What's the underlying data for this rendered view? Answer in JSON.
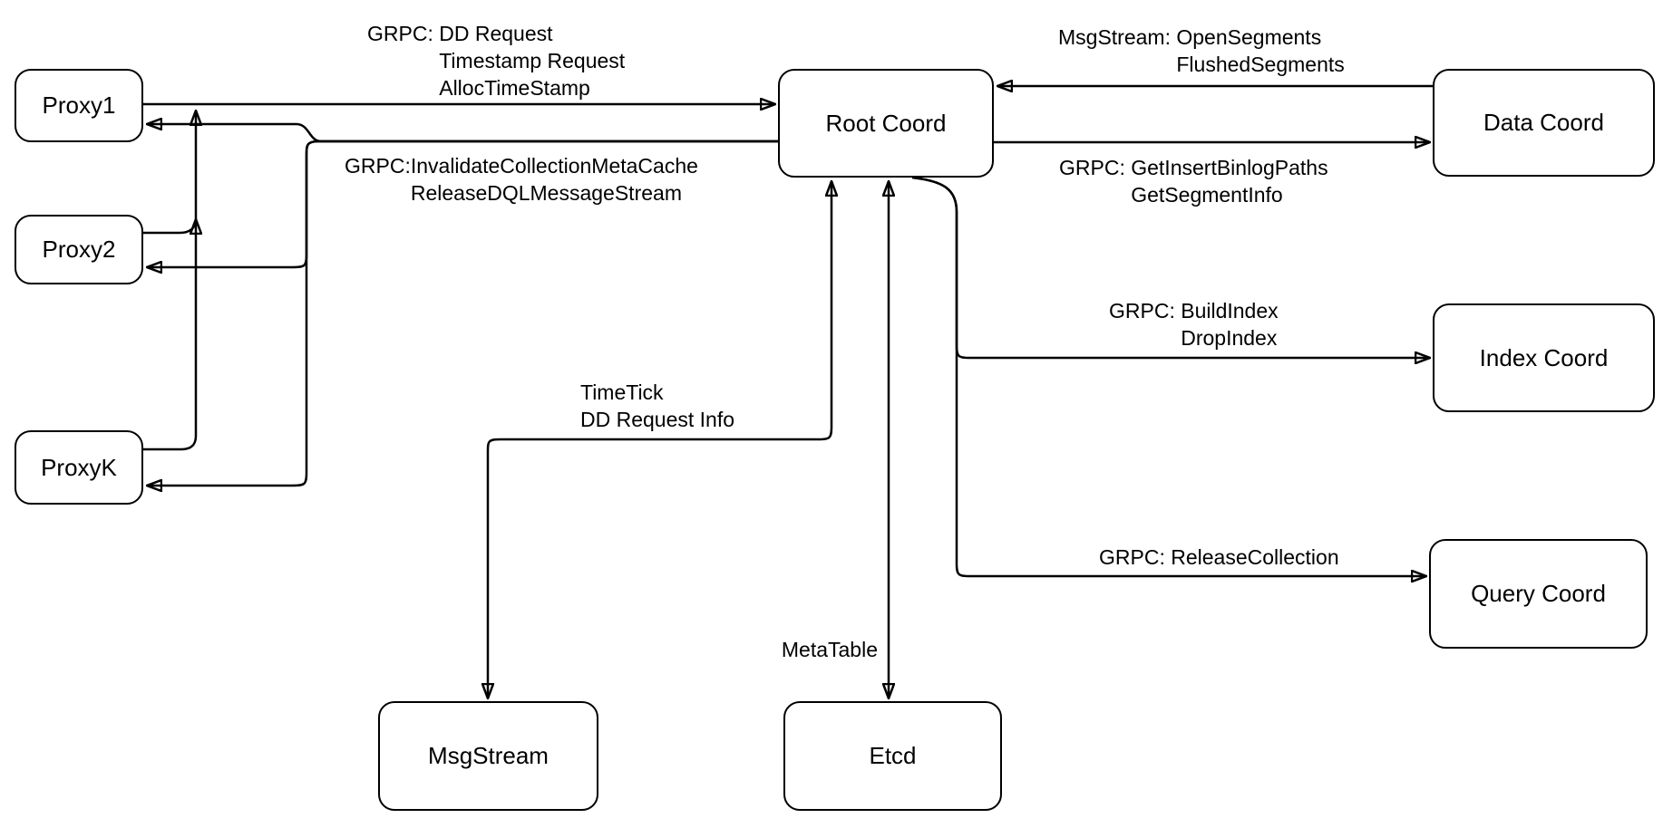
{
  "diagram": {
    "background_color": "#ffffff",
    "stroke_color": "#000000",
    "nodes": {
      "proxy1": {
        "label": "Proxy1"
      },
      "proxy2": {
        "label": "Proxy2"
      },
      "proxyk": {
        "label": "ProxyK"
      },
      "root_coord": {
        "label": "Root Coord"
      },
      "data_coord": {
        "label": "Data Coord"
      },
      "index_coord": {
        "label": "Index Coord"
      },
      "query_coord": {
        "label": "Query Coord"
      },
      "msgstream": {
        "label": "MsgStream"
      },
      "etcd": {
        "label": "Etcd"
      }
    },
    "edge_labels": {
      "proxy_request": {
        "prefix": "GRPC: ",
        "lines": [
          "DD Request",
          "Timestamp Request",
          "AllocTimeStamp"
        ]
      },
      "invalidate": {
        "prefix": "GRPC:",
        "lines": [
          "InvalidateCollectionMetaCache",
          "ReleaseDQLMessageStream"
        ]
      },
      "segments": {
        "prefix": "MsgStream: ",
        "lines": [
          "OpenSegments",
          "FlushedSegments"
        ]
      },
      "binlog": {
        "prefix": "GRPC: ",
        "lines": [
          "GetInsertBinlogPaths",
          "GetSegmentInfo"
        ]
      },
      "build_index": {
        "prefix": "GRPC: ",
        "lines": [
          "BuildIndex",
          "DropIndex"
        ]
      },
      "release_collection": {
        "text": "GRPC: ReleaseCollection"
      },
      "timetick": {
        "lines": [
          "TimeTick",
          "DD Request Info"
        ]
      },
      "metatable": {
        "text": "MetaTable"
      }
    }
  }
}
